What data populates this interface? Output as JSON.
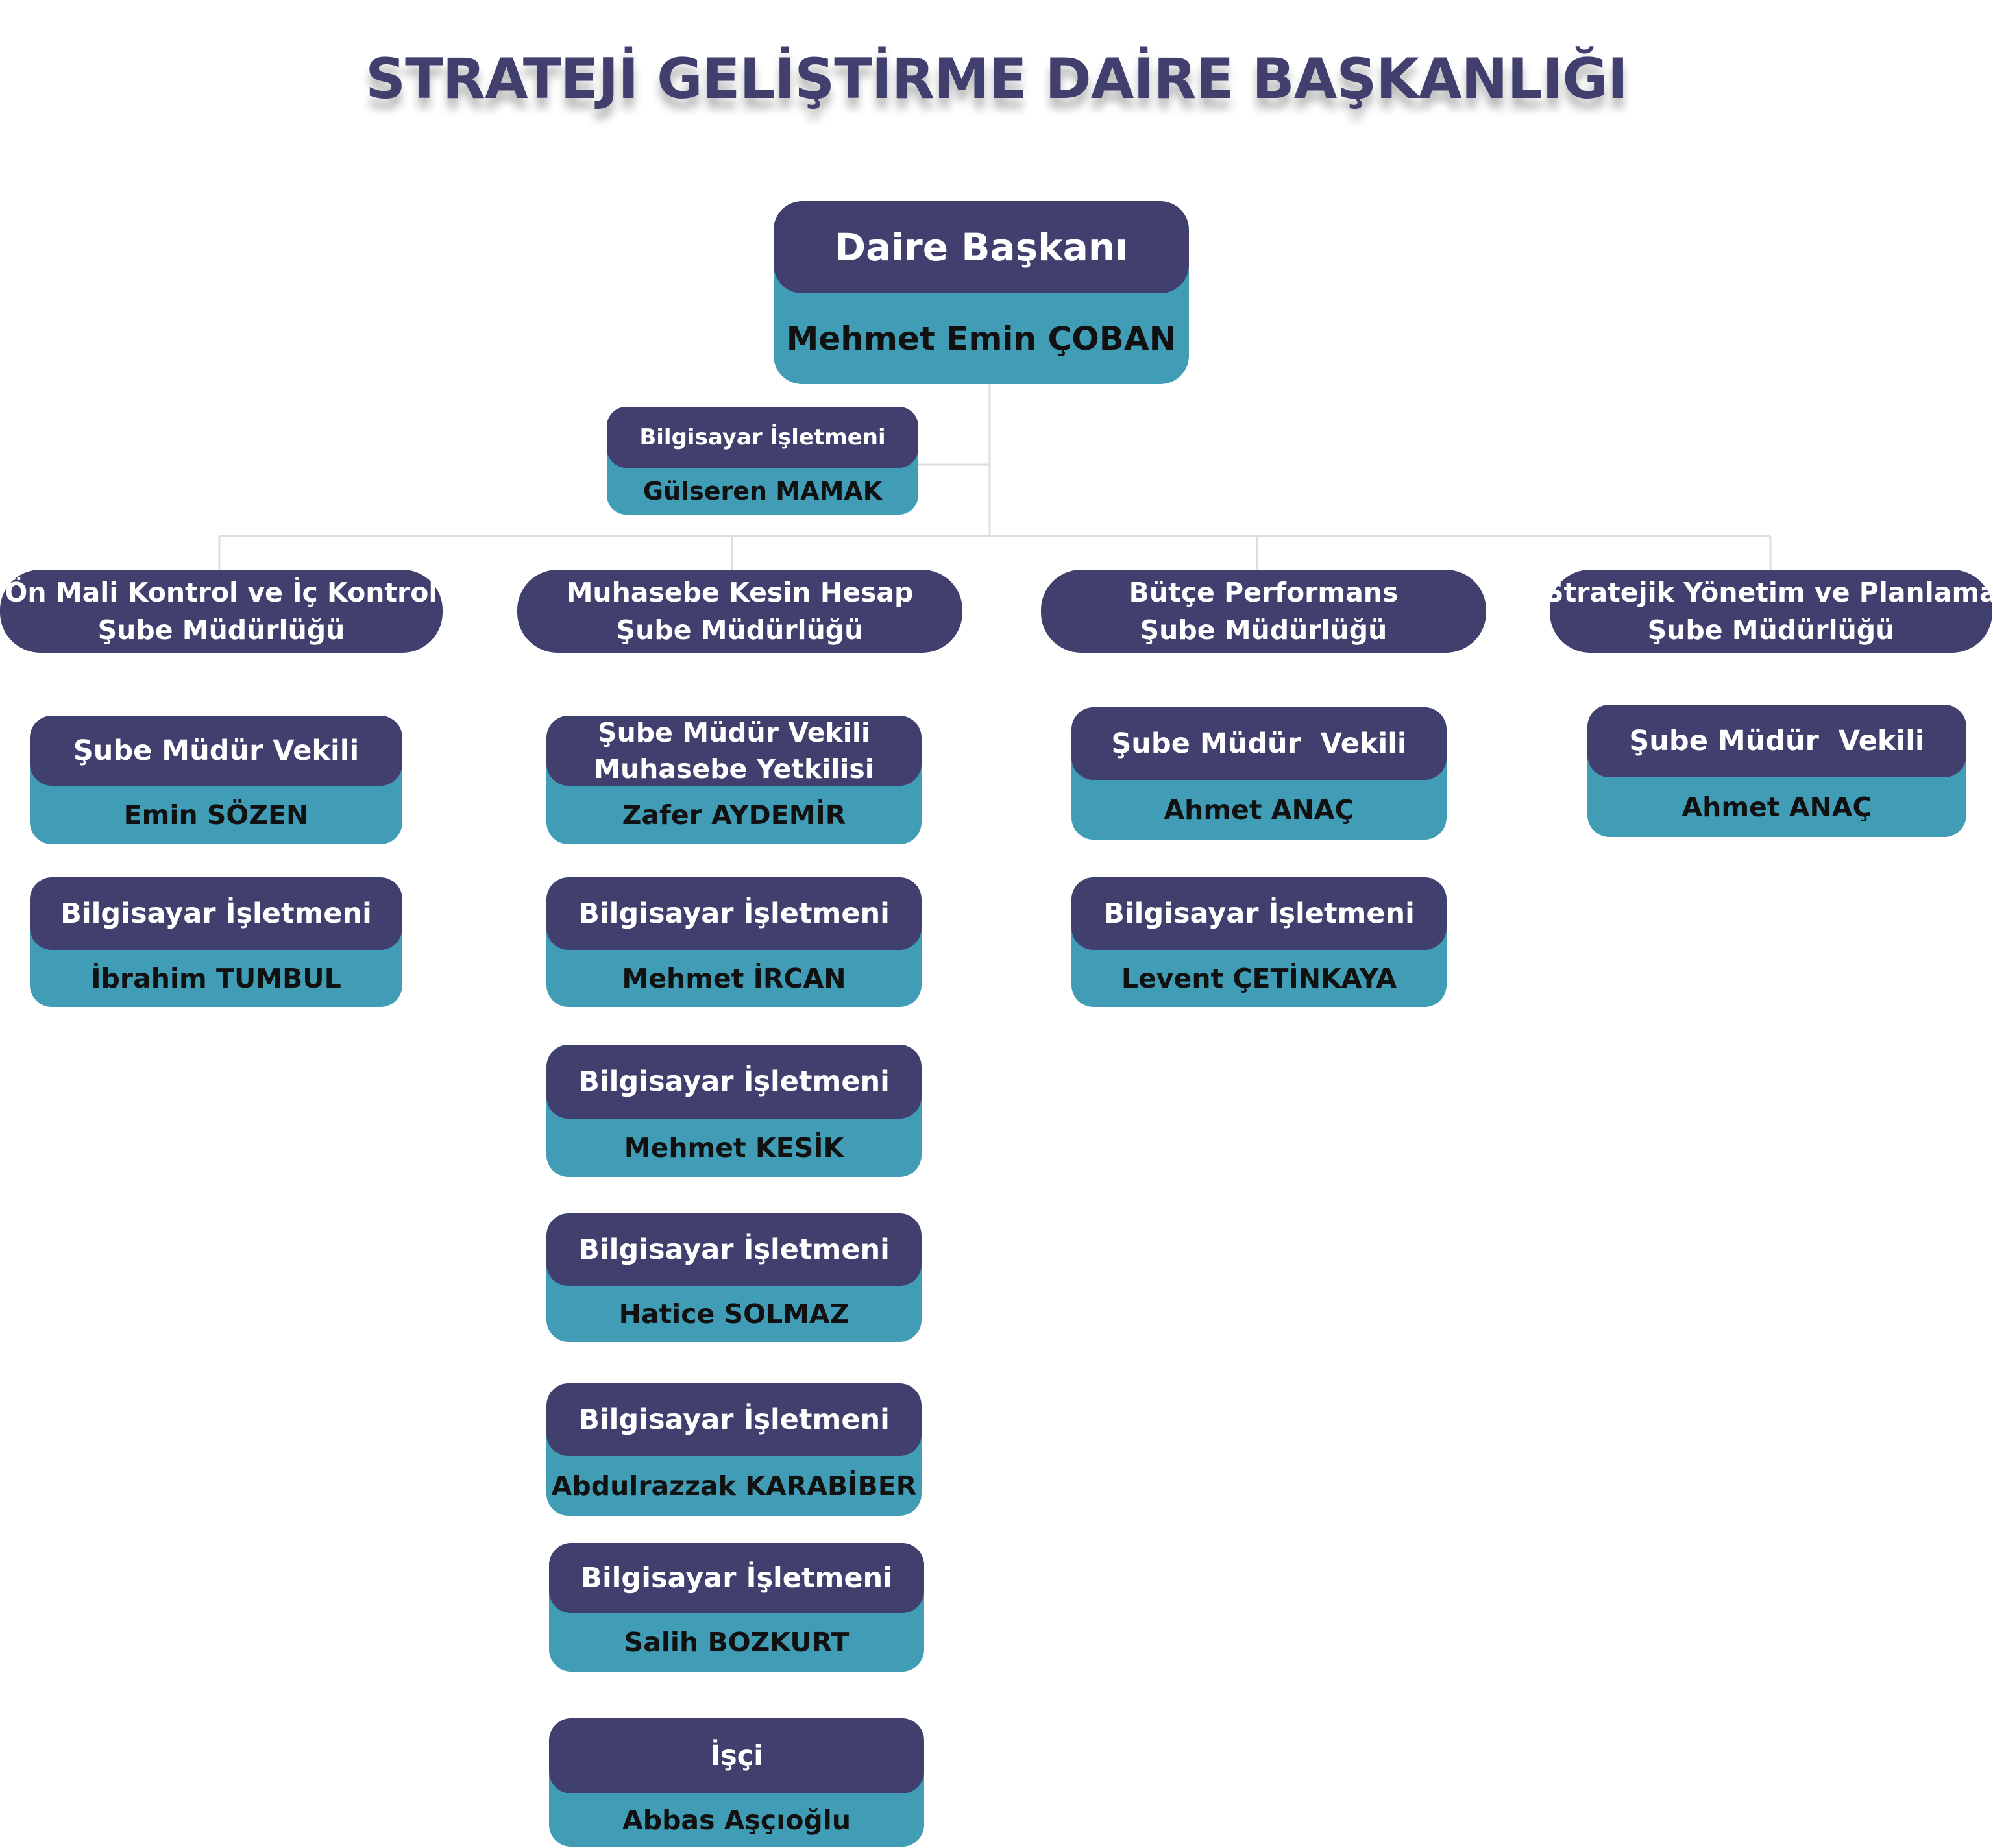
{
  "title": "STRATEJİ GELİŞTİRME DAİRE BAŞKANLIĞI",
  "colors": {
    "dark": "#413f6e",
    "teal": "#419cb6",
    "line": "#dddddd"
  },
  "head": {
    "role": "Daire Başkanı",
    "name": "Mehmet Emin ÇOBAN"
  },
  "assistant": {
    "role": "Bilgisayar İşletmeni",
    "name": "Gülseren MAMAK"
  },
  "units": [
    {
      "line1": "Ön Mali Kontrol ve İç Kontrol",
      "line2": "Şube Müdürlüğü"
    },
    {
      "line1": "Muhasebe Kesin Hesap",
      "line2": "Şube Müdürlüğü"
    },
    {
      "line1": "Bütçe Performans",
      "line2": "Şube Müdürlüğü"
    },
    {
      "line1": "Stratejik Yönetim ve Planlama",
      "line2": "Şube Müdürlüğü"
    }
  ],
  "staff": {
    "col1": [
      {
        "role": "Şube Müdür Vekili",
        "name": "Emin SÖZEN"
      },
      {
        "role": "Bilgisayar İşletmeni",
        "name": "İbrahim TUMBUL"
      }
    ],
    "col2": [
      {
        "role": "Şube Müdür Vekili",
        "role2": "Muhasebe Yetkilisi",
        "name": "Zafer AYDEMİR"
      },
      {
        "role": "Bilgisayar İşletmeni",
        "name": "Mehmet İRCAN"
      },
      {
        "role": "Bilgisayar İşletmeni",
        "name": "Mehmet KESİK"
      },
      {
        "role": "Bilgisayar İşletmeni",
        "name": "Hatice SOLMAZ"
      },
      {
        "role": "Bilgisayar İşletmeni",
        "name": "Abdulrazzak KARABİBER"
      },
      {
        "role": "Bilgisayar İşletmeni",
        "name": "Salih BOZKURT"
      },
      {
        "role": "İşçi",
        "name": "Abbas Aşçıoğlu"
      }
    ],
    "col3": [
      {
        "role": "Şube Müdür  Vekili",
        "name": "Ahmet ANAÇ"
      },
      {
        "role": "Bilgisayar İşletmeni",
        "name": "Levent ÇETİNKAYA"
      }
    ],
    "col4": [
      {
        "role": "Şube Müdür  Vekili",
        "name": "Ahmet ANAÇ"
      }
    ]
  }
}
